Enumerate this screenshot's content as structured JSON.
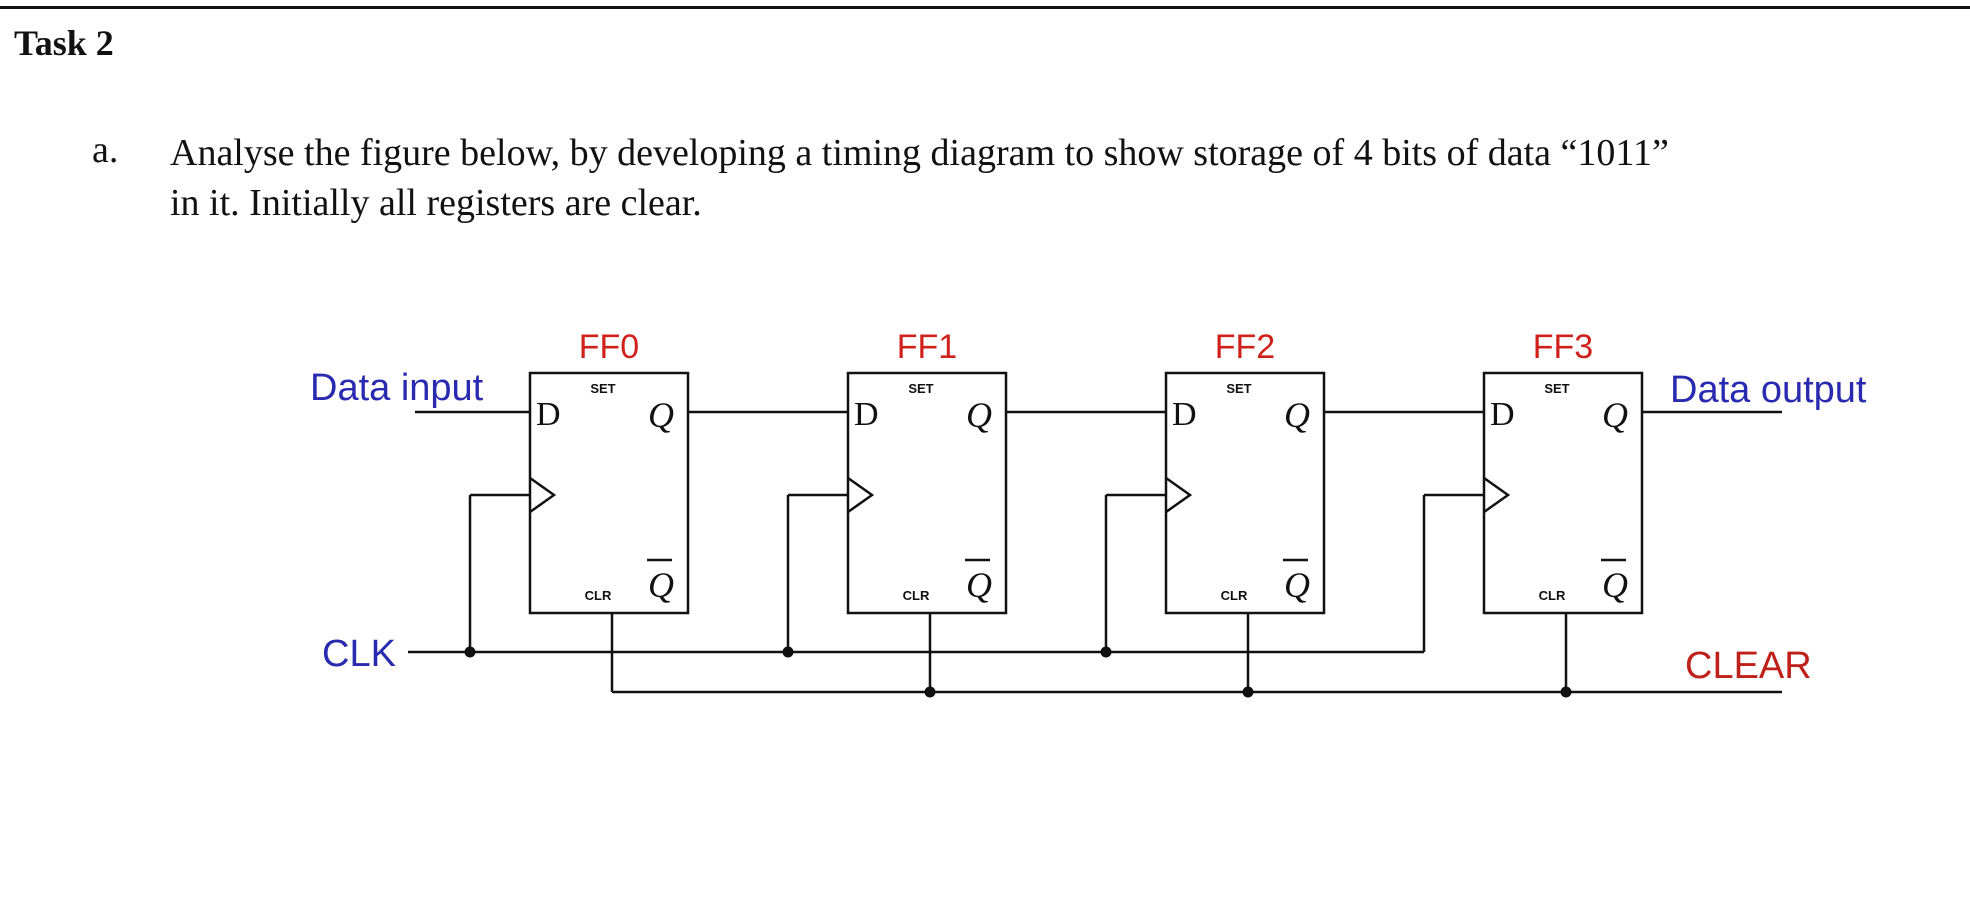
{
  "task": {
    "title": "Task 2"
  },
  "question": {
    "label": "a.",
    "line1": "Analyse the figure below, by developing a timing diagram to show storage of 4 bits of data “1011”",
    "line2": "in it. Initially all registers are clear."
  },
  "circuit": {
    "flipflops": [
      {
        "name": "FF0",
        "d": "D",
        "q": "Q",
        "qbar": "Q",
        "set": "SET",
        "clr": "CLR"
      },
      {
        "name": "FF1",
        "d": "D",
        "q": "Q",
        "qbar": "Q",
        "set": "SET",
        "clr": "CLR"
      },
      {
        "name": "FF2",
        "d": "D",
        "q": "Q",
        "qbar": "Q",
        "set": "SET",
        "clr": "CLR"
      },
      {
        "name": "FF3",
        "d": "D",
        "q": "Q",
        "qbar": "Q",
        "set": "SET",
        "clr": "CLR"
      }
    ],
    "signals": {
      "data_input": "Data input",
      "data_output": "Data output",
      "clk": "CLK",
      "clear": "CLEAR"
    },
    "colors": {
      "ff_label": "#d0201a",
      "signal_label": "#2a2ab0",
      "clear_label": "#c0201a",
      "wire": "#111111"
    }
  }
}
